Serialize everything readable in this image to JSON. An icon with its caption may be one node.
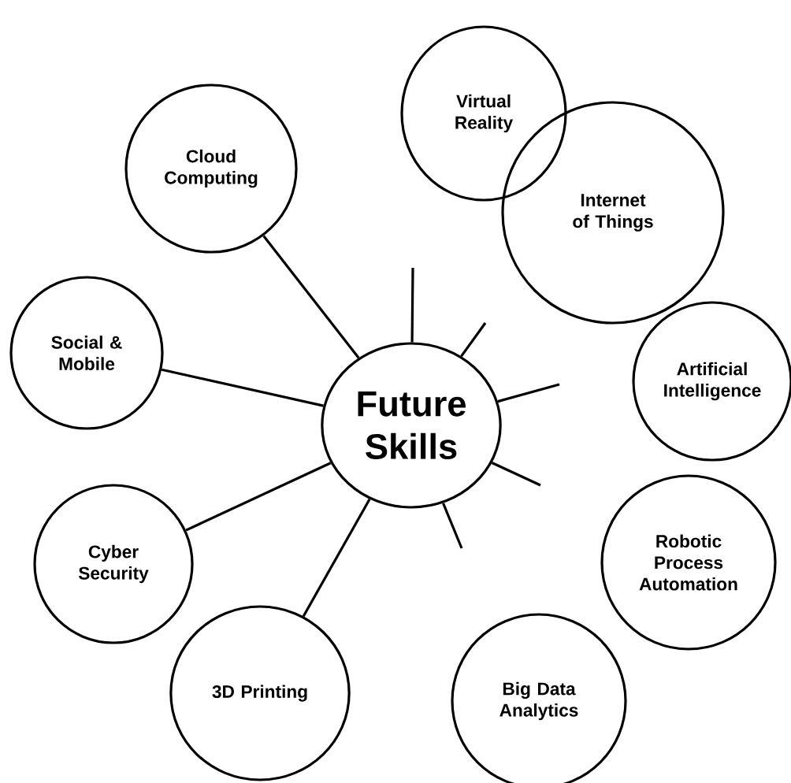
{
  "diagram": {
    "nodes": [
      {
        "text": [
          "Future Skills"
        ]
      },
      {
        "text": [
          "Virtual Reality"
        ]
      },
      {
        "text": [
          "Internet of Things"
        ]
      },
      {
        "text": [
          "Cloud Computing"
        ]
      },
      {
        "text": [
          "Social & Mobile"
        ]
      },
      {
        "text": [
          "Artificial Intelligence"
        ]
      },
      {
        "text": [
          "Cyber Security"
        ]
      },
      {
        "text": [
          "Robotic Process Automation"
        ]
      },
      {
        "text": [
          "3D Printing"
        ]
      },
      {
        "text": [
          "Big Data Analytics"
        ]
      }
    ],
    "edges": [
      {
        "from": 0,
        "to": 3,
        "arrow": "none"
      },
      {
        "from": 0,
        "to": null,
        "arrow": "none"
      },
      {
        "from": 0,
        "to": null,
        "arrow": "none"
      },
      {
        "from": 0,
        "to": 4,
        "arrow": "none"
      },
      {
        "from": 0,
        "to": null,
        "arrow": "none"
      },
      {
        "from": 0,
        "to": 6,
        "arrow": "none"
      },
      {
        "from": 0,
        "to": null,
        "arrow": "none"
      },
      {
        "from": 0,
        "to": 8,
        "arrow": "none"
      },
      {
        "from": 0,
        "to": null,
        "arrow": "none"
      }
    ]
  }
}
